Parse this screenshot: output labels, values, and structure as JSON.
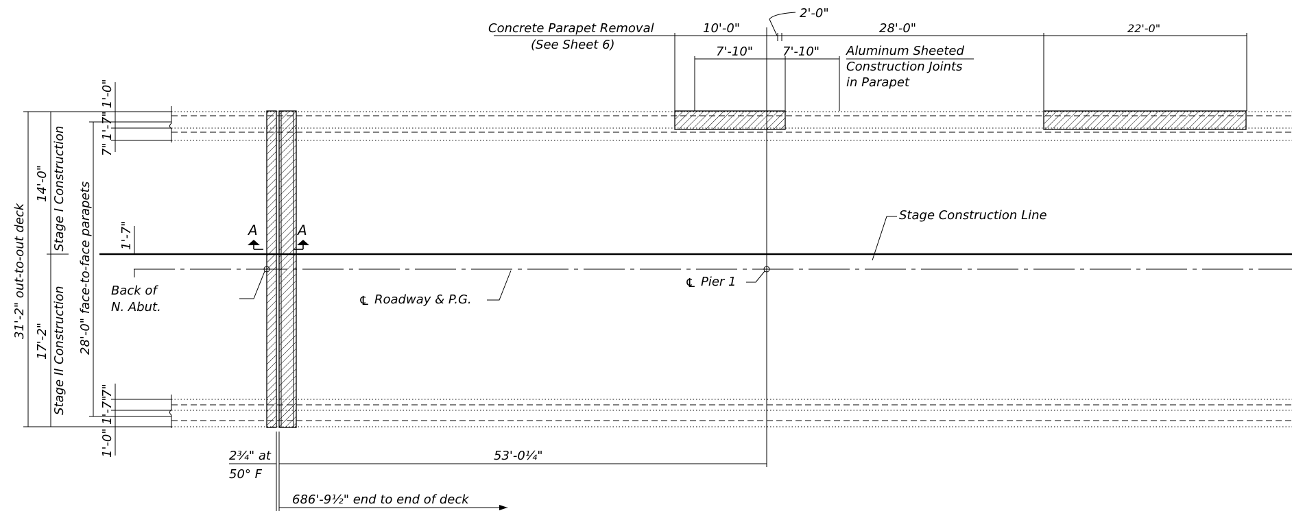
{
  "drawing": {
    "parapet_removal": {
      "line1": "Concrete Parapet Removal",
      "line2": "(See Sheet 6)"
    },
    "joints_note": {
      "line1": "Aluminum Sheeted",
      "line2": "Construction Joints",
      "line3": "in Parapet"
    },
    "stage_line_label": "Stage Construction Line",
    "roadway_label": "Roadway & P.G.",
    "pier_label": "Pier 1",
    "centerline_symbol": "℄",
    "abutment_label": {
      "line1": "Back of",
      "line2": "N. Abut."
    },
    "section_mark_left": "A",
    "section_mark_right": "A",
    "dims_top": {
      "d10": "10'-0\"",
      "d2": "2'-0\"",
      "d28": "28'-0\"",
      "d22": "22'-0\"",
      "d7_10_left": "7'-10\"",
      "d7_10_right": "7'-10\""
    },
    "dims_left": {
      "out_to_out": "31'-2\" out-to-out deck",
      "stage1_width": "14'-0\"",
      "stage2_width": "17'-2\"",
      "stage1_label": "Stage I Construction",
      "stage2_label": "Stage II Construction",
      "face_to_face": "28'-0\" face-to-face parapets",
      "top_1_0": "1'-0\"",
      "top_1_7": "1'-7\"",
      "top_7": "7\"",
      "stage_offset_1_7": "1'-7\"",
      "bot_7": "7\"",
      "bot_1_7": "1'-7\"",
      "bot_1_0": "1'-0\""
    },
    "dims_bottom": {
      "gap_value": "2¾\" at",
      "gap_temp": "50° F",
      "span": "53'-0¼\"",
      "deck_length": "686'-9½\" end to end of deck"
    }
  }
}
